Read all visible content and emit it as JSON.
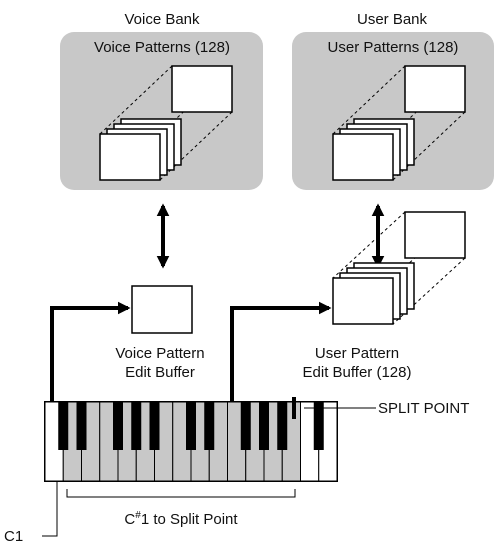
{
  "voice_bank": {
    "title": "Voice Bank",
    "patterns_label": "Voice Patterns (128)"
  },
  "user_bank": {
    "title": "User Bank",
    "patterns_label": "User Patterns (128)"
  },
  "voice_buffer": {
    "line1": "Voice Pattern",
    "line2": "Edit Buffer"
  },
  "user_buffer": {
    "line1": "User Pattern",
    "line2": "Edit Buffer (128)"
  },
  "split_point_label": "SPLIT POINT",
  "range_label": {
    "prefix": "C",
    "sharp": "#",
    "suffix": "1 to Split Point"
  },
  "c1_label": "C1",
  "colors": {
    "bank_fill": "#c8c8c8",
    "key_gray": "#c8c8c8",
    "ink": "#000000"
  }
}
